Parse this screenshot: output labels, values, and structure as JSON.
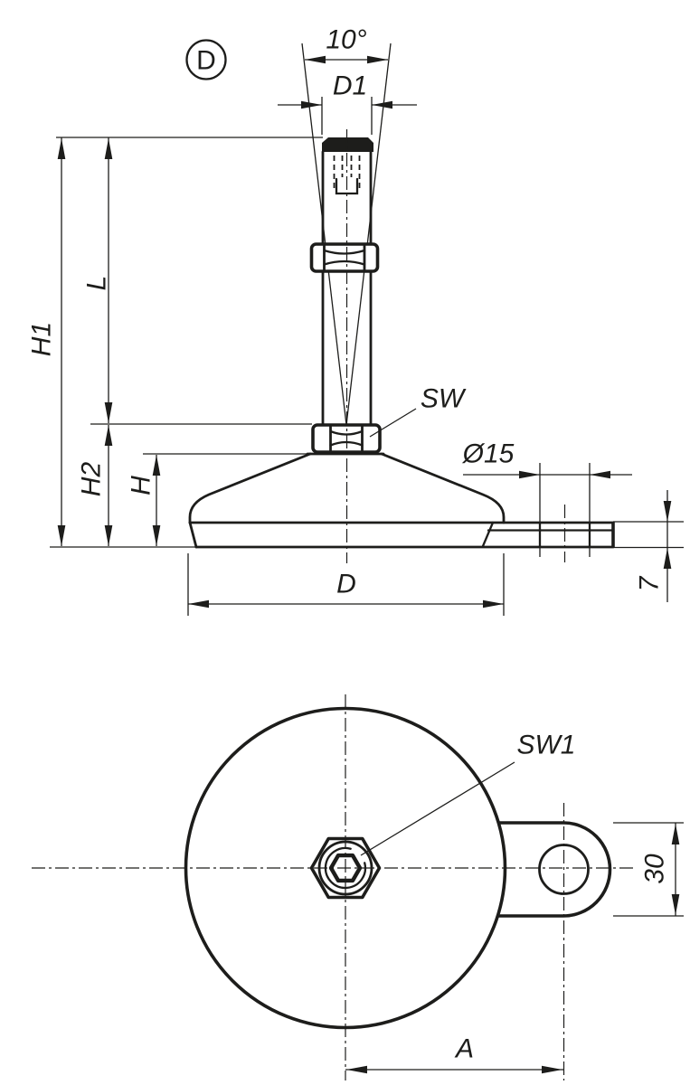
{
  "drawing": {
    "view_marker": "D",
    "side_view": {
      "angle_label": "10°",
      "thread_diameter_label": "D1",
      "total_height_label": "H1",
      "thread_length_label": "L",
      "lower_height_label": "H2",
      "base_height_label": "H",
      "wrench_size_label": "SW",
      "tab_hole_diameter_label": "Ø15",
      "base_diameter_label": "D",
      "tab_thickness_label": "7"
    },
    "bottom_view": {
      "hex_socket_label": "SW1",
      "tab_width_label": "30",
      "hole_center_distance_label": "A"
    },
    "colors": {
      "line": "#1d1d1b",
      "background": "#ffffff"
    }
  }
}
